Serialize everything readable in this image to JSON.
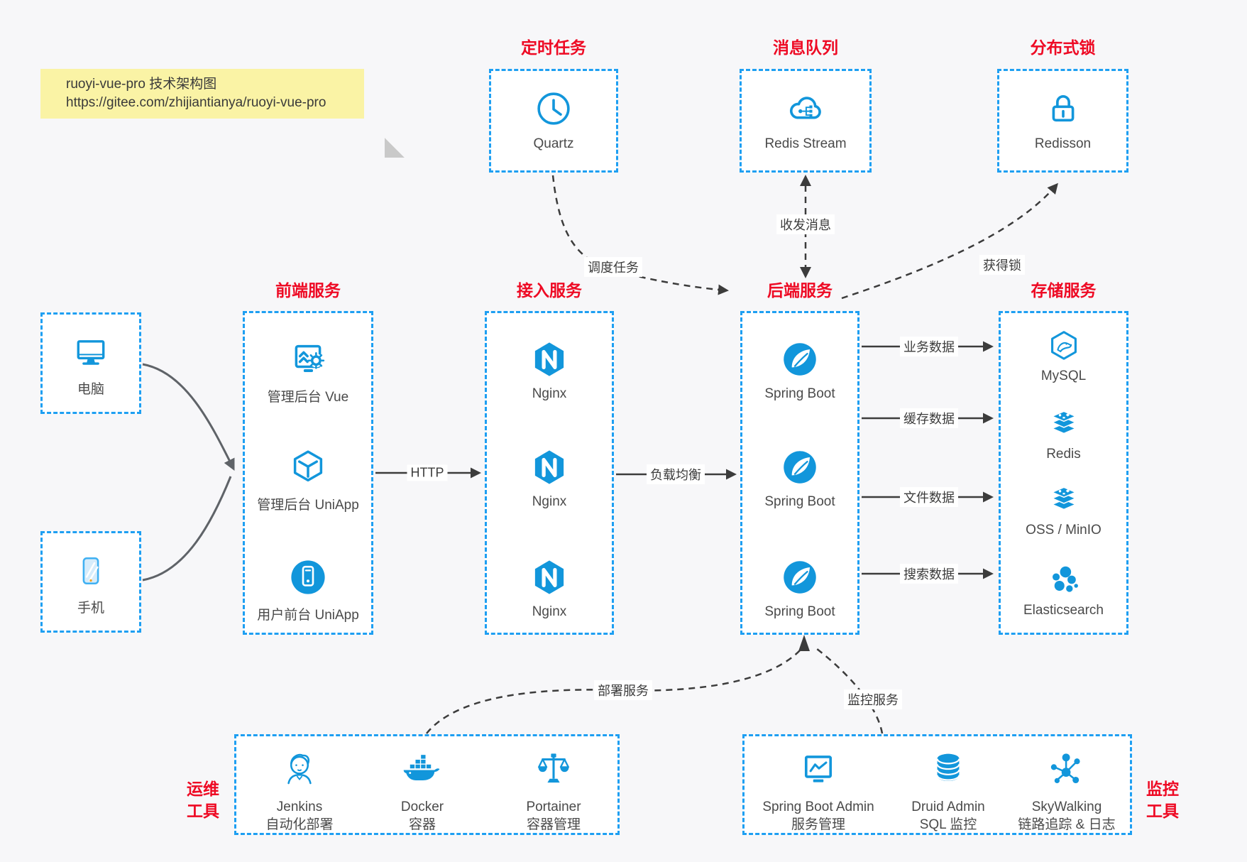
{
  "colors": {
    "accent": "#1296db",
    "border_blue": "#1e9ff2",
    "title_red": "#ee0a24",
    "note_bg": "#faf3a5",
    "arrow_dark": "#3c3c3c",
    "arrow_gray": "#666666"
  },
  "note": {
    "title_line": "ruoyi-vue-pro 技术架构图",
    "url_line": "https://gitee.com/zhijiantianya/ruoyi-vue-pro"
  },
  "top_groups": [
    {
      "title": "定时任务",
      "label": "Quartz",
      "icon": "clock-icon"
    },
    {
      "title": "消息队列",
      "label": "Redis Stream",
      "icon": "cloud-mq-icon"
    },
    {
      "title": "分布式锁",
      "label": "Redisson",
      "icon": "lock-icon"
    }
  ],
  "clients": [
    {
      "label": "电脑",
      "icon": "desktop-icon"
    },
    {
      "label": "手机",
      "icon": "smartphone-icon"
    }
  ],
  "columns": [
    {
      "title": "前端服务",
      "items": [
        {
          "label": "管理后台 Vue",
          "icon": "admin-vue-icon"
        },
        {
          "label": "管理后台 UniApp",
          "icon": "uniapp-cube-icon"
        },
        {
          "label": "用户前台 UniApp",
          "icon": "user-app-icon"
        }
      ]
    },
    {
      "title": "接入服务",
      "items": [
        {
          "label": "Nginx",
          "icon": "nginx-icon"
        },
        {
          "label": "Nginx",
          "icon": "nginx-icon"
        },
        {
          "label": "Nginx",
          "icon": "nginx-icon"
        }
      ]
    },
    {
      "title": "后端服务",
      "items": [
        {
          "label": "Spring Boot",
          "icon": "spring-icon"
        },
        {
          "label": "Spring Boot",
          "icon": "spring-icon"
        },
        {
          "label": "Spring Boot",
          "icon": "spring-icon"
        }
      ]
    },
    {
      "title": "存储服务",
      "items": [
        {
          "label": "MySQL",
          "icon": "mysql-icon"
        },
        {
          "label": "Redis",
          "icon": "redis-icon"
        },
        {
          "label": "OSS / MinIO",
          "icon": "oss-icon"
        },
        {
          "label": "Elasticsearch",
          "icon": "elasticsearch-icon"
        }
      ]
    }
  ],
  "bottom_groups": [
    {
      "side_label_line1": "运维",
      "side_label_line2": "工具",
      "items": [
        {
          "label": "Jenkins",
          "sublabel": "自动化部署",
          "icon": "jenkins-icon"
        },
        {
          "label": "Docker",
          "sublabel": "容器",
          "icon": "docker-icon"
        },
        {
          "label": "Portainer",
          "sublabel": "容器管理",
          "icon": "portainer-icon"
        }
      ]
    },
    {
      "side_label_line1": "监控",
      "side_label_line2": "工具",
      "items": [
        {
          "label": "Spring Boot Admin",
          "sublabel": "服务管理",
          "icon": "spring-boot-admin-icon"
        },
        {
          "label": "Druid Admin",
          "sublabel": "SQL 监控",
          "icon": "druid-icon"
        },
        {
          "label": "SkyWalking",
          "sublabel": "链路追踪 & 日志",
          "icon": "skywalking-icon"
        }
      ]
    }
  ],
  "edge_labels": {
    "http": "HTTP",
    "load_balance": "负载均衡",
    "schedule_task": "调度任务",
    "send_receive_msg": "收发消息",
    "acquire_lock": "获得锁",
    "business_data": "业务数据",
    "cache_data": "缓存数据",
    "file_data": "文件数据",
    "search_data": "搜索数据",
    "deploy_service": "部署服务",
    "monitor_service": "监控服务"
  }
}
